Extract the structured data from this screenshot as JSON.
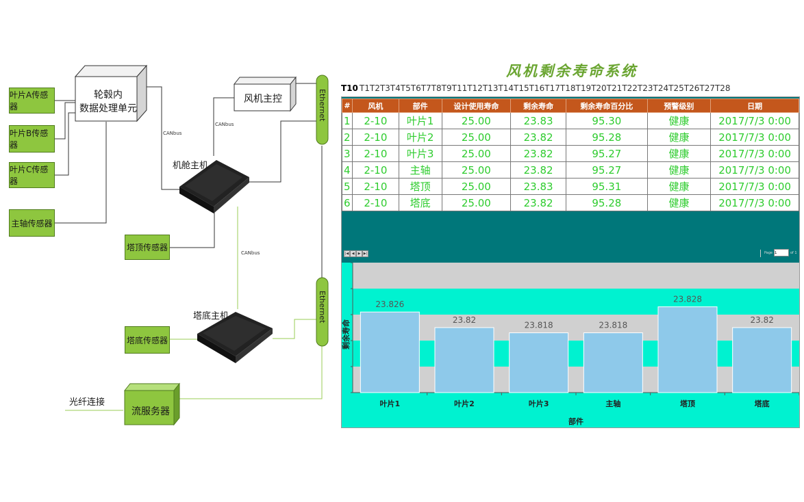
{
  "diagram": {
    "hub": {
      "line1": "轮毂内",
      "line2": "数据处理单元"
    },
    "master": "风机主控",
    "nacelle_host": "机舱主机",
    "tower_host": "塔底主机",
    "fiber": "光纤连接",
    "stream_server": "流服务器",
    "sensors": [
      "叶片A传感器",
      "叶片B传感器",
      "叶片C传感器",
      "主轴传感器",
      "塔顶传感器",
      "塔底传感器"
    ],
    "canbus": [
      "CANbus",
      "CANbus",
      "CANbus"
    ],
    "ethernet": [
      "Ethernet",
      "Ethernet"
    ]
  },
  "app": {
    "title": "风机剩余寿命系统",
    "tabs": [
      "T10",
      "T1",
      "T2",
      "T3",
      "T4",
      "T5",
      "T6",
      "T7",
      "T8",
      "T9",
      "T11",
      "T12",
      "T13",
      "T14",
      "T15",
      "T16",
      "T17",
      "T18",
      "T19",
      "T20",
      "T21",
      "T22",
      "T23",
      "T24",
      "T25",
      "T26",
      "T27",
      "T28"
    ],
    "active_tab": "T10",
    "table": {
      "headers": [
        "#",
        "风机",
        "部件",
        "设计使用寿命",
        "剩余寿命",
        "剩余寿命百分比",
        "预警级别",
        "日期"
      ],
      "rows": [
        [
          "1",
          "2-10",
          "叶片1",
          "25.00",
          "23.83",
          "95.30",
          "健康",
          "2017/7/3 0:00"
        ],
        [
          "2",
          "2-10",
          "叶片2",
          "25.00",
          "23.82",
          "95.28",
          "健康",
          "2017/7/3 0:00"
        ],
        [
          "3",
          "2-10",
          "叶片3",
          "25.00",
          "23.82",
          "95.27",
          "健康",
          "2017/7/3 0:00"
        ],
        [
          "4",
          "2-10",
          "主轴",
          "25.00",
          "23.82",
          "95.27",
          "健康",
          "2017/7/3 0:00"
        ],
        [
          "5",
          "2-10",
          "塔顶",
          "25.00",
          "23.83",
          "95.31",
          "健康",
          "2017/7/3 0:00"
        ],
        [
          "6",
          "2-10",
          "塔底",
          "25.00",
          "23.82",
          "95.28",
          "健康",
          "2017/7/3 0:00"
        ]
      ]
    },
    "pager": {
      "page_label": "Page",
      "page_value": "1",
      "of_label": "of 1"
    }
  },
  "chart_data": {
    "type": "bar",
    "categories": [
      "叶片1",
      "叶片2",
      "叶片3",
      "主轴",
      "塔顶",
      "塔底"
    ],
    "values": [
      23.826,
      23.82,
      23.818,
      23.818,
      23.828,
      23.82
    ],
    "value_labels": [
      "23.826",
      "23.82",
      "23.818",
      "23.818",
      "23.828",
      "23.82"
    ],
    "xlabel": "部件",
    "ylabel": "剩余寿命",
    "ylim": [
      23.795,
      23.845
    ],
    "bar_color": "#8ec9ea",
    "grid": true
  }
}
